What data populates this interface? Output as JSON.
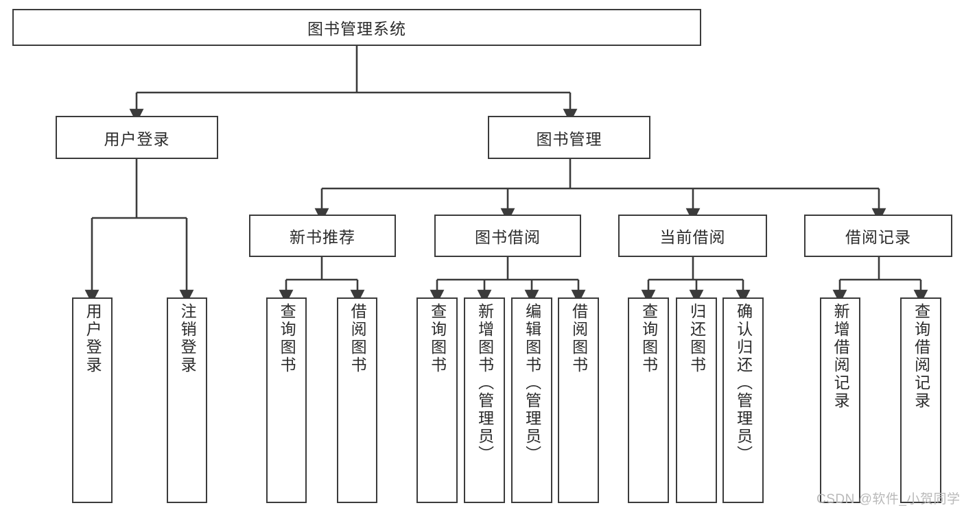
{
  "diagram": {
    "title": "图书管理系统",
    "type": "tree-hierarchy-diagram",
    "root": {
      "label": "图书管理系统"
    },
    "level2": [
      {
        "label": "用户登录"
      },
      {
        "label": "图书管理"
      }
    ],
    "level3": [
      {
        "label": "新书推荐"
      },
      {
        "label": "图书借阅"
      },
      {
        "label": "当前借阅"
      },
      {
        "label": "借阅记录"
      }
    ],
    "leaves": {
      "user_login": [
        {
          "label": "用户登录"
        },
        {
          "label": "注销登录"
        }
      ],
      "new_book_recommend": [
        {
          "label": "查询图书"
        },
        {
          "label": "借阅图书"
        }
      ],
      "book_borrow": [
        {
          "label": "查询图书"
        },
        {
          "label": "新增图书（管理员）"
        },
        {
          "label": "编辑图书（管理员）"
        },
        {
          "label": "借阅图书"
        }
      ],
      "current_borrow": [
        {
          "label": "查询图书"
        },
        {
          "label": "归还图书"
        },
        {
          "label": "确认归还（管理员）"
        }
      ],
      "borrow_record": [
        {
          "label": "新增借阅记录"
        },
        {
          "label": "查询借阅记录"
        }
      ]
    }
  },
  "watermark": {
    "text": "CSDN @软件_小贺同学"
  },
  "colors": {
    "box_border": "#3b3b3b",
    "edge": "#3b3b3b",
    "text": "#2b2b2b",
    "background": "#ffffff",
    "watermark": "#b9b9b9"
  }
}
